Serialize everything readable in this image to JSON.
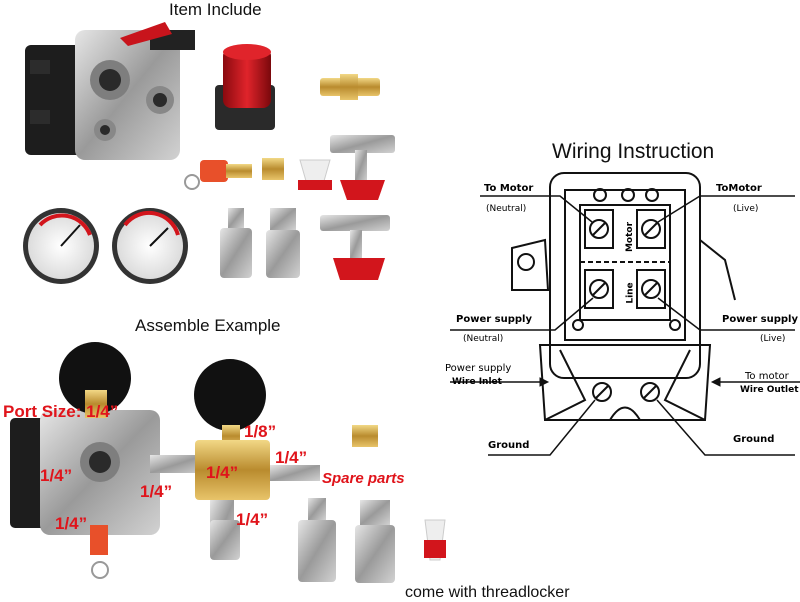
{
  "sections": {
    "items_title": "Item Include",
    "assemble_title": "Assemble Example",
    "wiring_title": "Wiring Instruction",
    "footer": "come with threadlocker"
  },
  "assemble_labels": {
    "port_size": "Port Size: 1/4”",
    "port_1": "1/4”",
    "port_2": "1/4”",
    "port_3": "1/4”",
    "port_4": "1/4”",
    "port_5": "1/4”",
    "port_6": "1/4”",
    "port_eighth": "1/8”",
    "spare": "Spare parts"
  },
  "wiring": {
    "to_motor_neutral": "To Motor",
    "neutral_paren": "(Neutral)",
    "to_motor_live": "ToMotor",
    "live_paren": "(Live)",
    "terminal_motor": "Motor",
    "terminal_line": "Line",
    "ps_neutral": "Power supply",
    "ps_neutral_paren": "(Neutral)",
    "ps_live": "Power supply",
    "ps_live_paren": "(Live)",
    "ps_inlet_1": "Power supply",
    "ps_inlet_2": "Wire Inlet",
    "motor_outlet_1": "To motor",
    "motor_outlet_2": "Wire Outlet",
    "ground_left": "Ground",
    "ground_right": "Ground"
  },
  "colors": {
    "red_label": "#e0141b",
    "cap_red": "#c8141c",
    "metal": "#b8b8b8",
    "brass": "#c9a34a",
    "black": "#1a1a1a"
  }
}
